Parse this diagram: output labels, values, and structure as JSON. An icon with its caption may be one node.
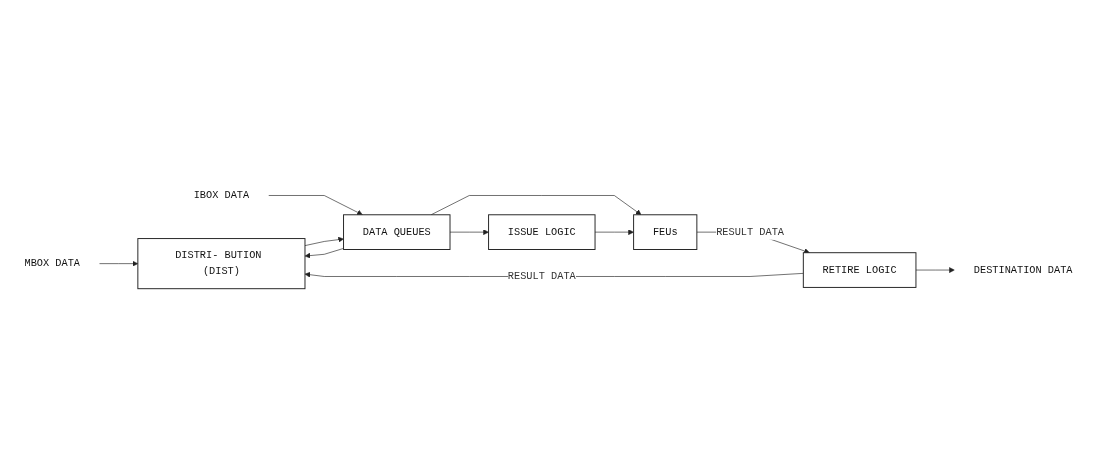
{
  "diagram": {
    "nodes": [
      {
        "text": [
          "MBOX DATA"
        ]
      },
      {
        "text": [
          "IBOX DATA"
        ]
      },
      {
        "text": [
          "DATA QUEUES"
        ]
      },
      {
        "text": [
          "DISTRI- BUTION (DIST)"
        ]
      },
      {
        "text": [
          "ISSUE LOGIC"
        ]
      },
      {
        "text": [
          "FEUs"
        ]
      },
      {
        "text": [
          "RETIRE LOGIC"
        ]
      },
      {
        "text": [
          "DESTINATION DATA"
        ]
      }
    ],
    "edges": [
      {
        "from": 0,
        "to": 3,
        "arrow": "to"
      },
      {
        "from": 1,
        "to": 2,
        "arrow": "to"
      },
      {
        "from": 2,
        "to": 3,
        "arrow": "to"
      },
      {
        "from": 3,
        "to": 2,
        "arrow": "to"
      },
      {
        "from": 2,
        "to": 5,
        "arrow": "to"
      },
      {
        "from": 2,
        "to": 4,
        "arrow": "to"
      },
      {
        "from": 4,
        "to": 5,
        "arrow": "to"
      },
      {
        "from": 5,
        "to": 6,
        "arrow": "to",
        "label": "RESULT DATA"
      },
      {
        "from": 6,
        "to": 3,
        "arrow": "to",
        "label": "RESULT DATA"
      },
      {
        "from": 6,
        "to": 7,
        "arrow": "to"
      }
    ]
  }
}
